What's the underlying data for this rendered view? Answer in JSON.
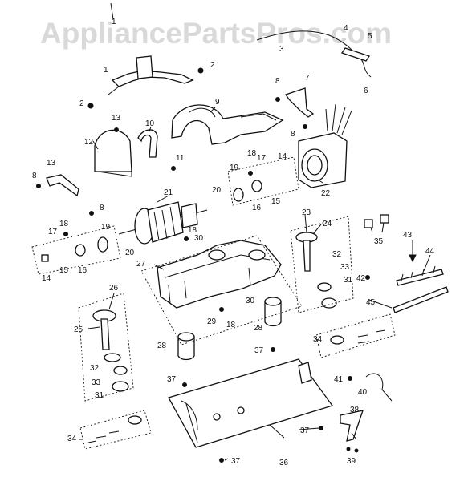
{
  "watermark": "AppliancePartsPros.com",
  "callouts": [
    {
      "id": "c-1a",
      "text": "1"
    },
    {
      "id": "c-1b",
      "text": "1"
    },
    {
      "id": "c-2a",
      "text": "2"
    },
    {
      "id": "c-2b",
      "text": "2"
    },
    {
      "id": "c-3",
      "text": "3"
    },
    {
      "id": "c-4",
      "text": "4"
    },
    {
      "id": "c-5",
      "text": "5"
    },
    {
      "id": "c-6",
      "text": "6"
    },
    {
      "id": "c-7",
      "text": "7"
    },
    {
      "id": "c-8a",
      "text": "8"
    },
    {
      "id": "c-8b",
      "text": "8"
    },
    {
      "id": "c-8c",
      "text": "8"
    },
    {
      "id": "c-8d",
      "text": "8"
    },
    {
      "id": "c-9",
      "text": "9"
    },
    {
      "id": "c-10",
      "text": "10"
    },
    {
      "id": "c-11",
      "text": "11"
    },
    {
      "id": "c-12",
      "text": "12"
    },
    {
      "id": "c-13a",
      "text": "13"
    },
    {
      "id": "c-13b",
      "text": "13"
    },
    {
      "id": "c-14a",
      "text": "14"
    },
    {
      "id": "c-14b",
      "text": "14"
    },
    {
      "id": "c-15a",
      "text": "15"
    },
    {
      "id": "c-15b",
      "text": "15"
    },
    {
      "id": "c-16a",
      "text": "16"
    },
    {
      "id": "c-16b",
      "text": "16"
    },
    {
      "id": "c-17a",
      "text": "17"
    },
    {
      "id": "c-17b",
      "text": "17"
    },
    {
      "id": "c-18a",
      "text": "18"
    },
    {
      "id": "c-18b",
      "text": "18"
    },
    {
      "id": "c-18c",
      "text": "18"
    },
    {
      "id": "c-18d",
      "text": "18"
    },
    {
      "id": "c-19a",
      "text": "19"
    },
    {
      "id": "c-19b",
      "text": "19"
    },
    {
      "id": "c-20a",
      "text": "20"
    },
    {
      "id": "c-20b",
      "text": "20"
    },
    {
      "id": "c-21",
      "text": "21"
    },
    {
      "id": "c-22",
      "text": "22"
    },
    {
      "id": "c-23",
      "text": "23"
    },
    {
      "id": "c-24",
      "text": "24"
    },
    {
      "id": "c-25",
      "text": "25"
    },
    {
      "id": "c-26",
      "text": "26"
    },
    {
      "id": "c-27",
      "text": "27"
    },
    {
      "id": "c-28a",
      "text": "28"
    },
    {
      "id": "c-28b",
      "text": "28"
    },
    {
      "id": "c-29",
      "text": "29"
    },
    {
      "id": "c-30a",
      "text": "30"
    },
    {
      "id": "c-30b",
      "text": "30"
    },
    {
      "id": "c-31a",
      "text": "31"
    },
    {
      "id": "c-31b",
      "text": "31"
    },
    {
      "id": "c-32a",
      "text": "32"
    },
    {
      "id": "c-32b",
      "text": "32"
    },
    {
      "id": "c-33a",
      "text": "33"
    },
    {
      "id": "c-33b",
      "text": "33"
    },
    {
      "id": "c-34a",
      "text": "34"
    },
    {
      "id": "c-34b",
      "text": "34"
    },
    {
      "id": "c-35",
      "text": "35"
    },
    {
      "id": "c-36",
      "text": "36"
    },
    {
      "id": "c-37a",
      "text": "37"
    },
    {
      "id": "c-37b",
      "text": "37"
    },
    {
      "id": "c-37c",
      "text": "37"
    },
    {
      "id": "c-37d",
      "text": "37"
    },
    {
      "id": "c-38",
      "text": "38"
    },
    {
      "id": "c-39",
      "text": "39"
    },
    {
      "id": "c-40",
      "text": "40"
    },
    {
      "id": "c-41",
      "text": "41"
    },
    {
      "id": "c-42",
      "text": "42"
    },
    {
      "id": "c-43",
      "text": "43"
    },
    {
      "id": "c-44",
      "text": "44"
    },
    {
      "id": "c-45",
      "text": "45"
    }
  ]
}
